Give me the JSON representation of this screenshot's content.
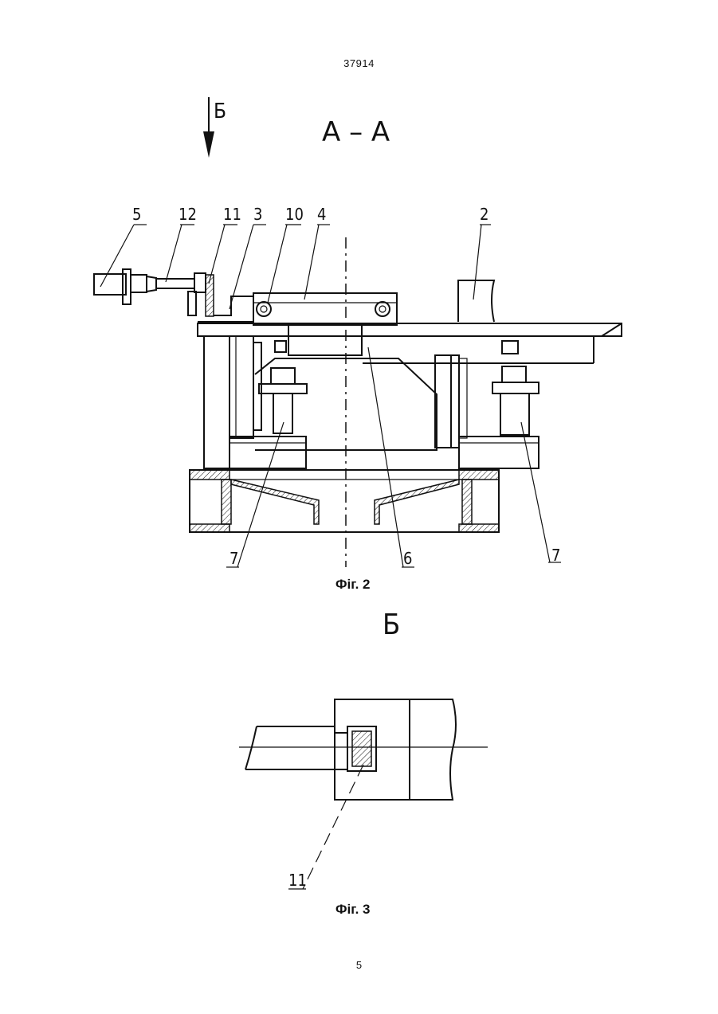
{
  "page": {
    "header_number": "37914",
    "page_number": "5"
  },
  "figure2": {
    "view_arrow_label": "Б",
    "section_title": "А – А",
    "caption": "Фіг. 2",
    "labels": {
      "l5": "5",
      "l12": "12",
      "l11": "11",
      "l3": "3",
      "l10": "10",
      "l4": "4",
      "l2": "2",
      "l7a": "7",
      "l6": "6",
      "l7b": "7"
    }
  },
  "figure3": {
    "view_title": "Б",
    "caption": "Фіг. 3",
    "labels": {
      "l11": "11"
    }
  }
}
